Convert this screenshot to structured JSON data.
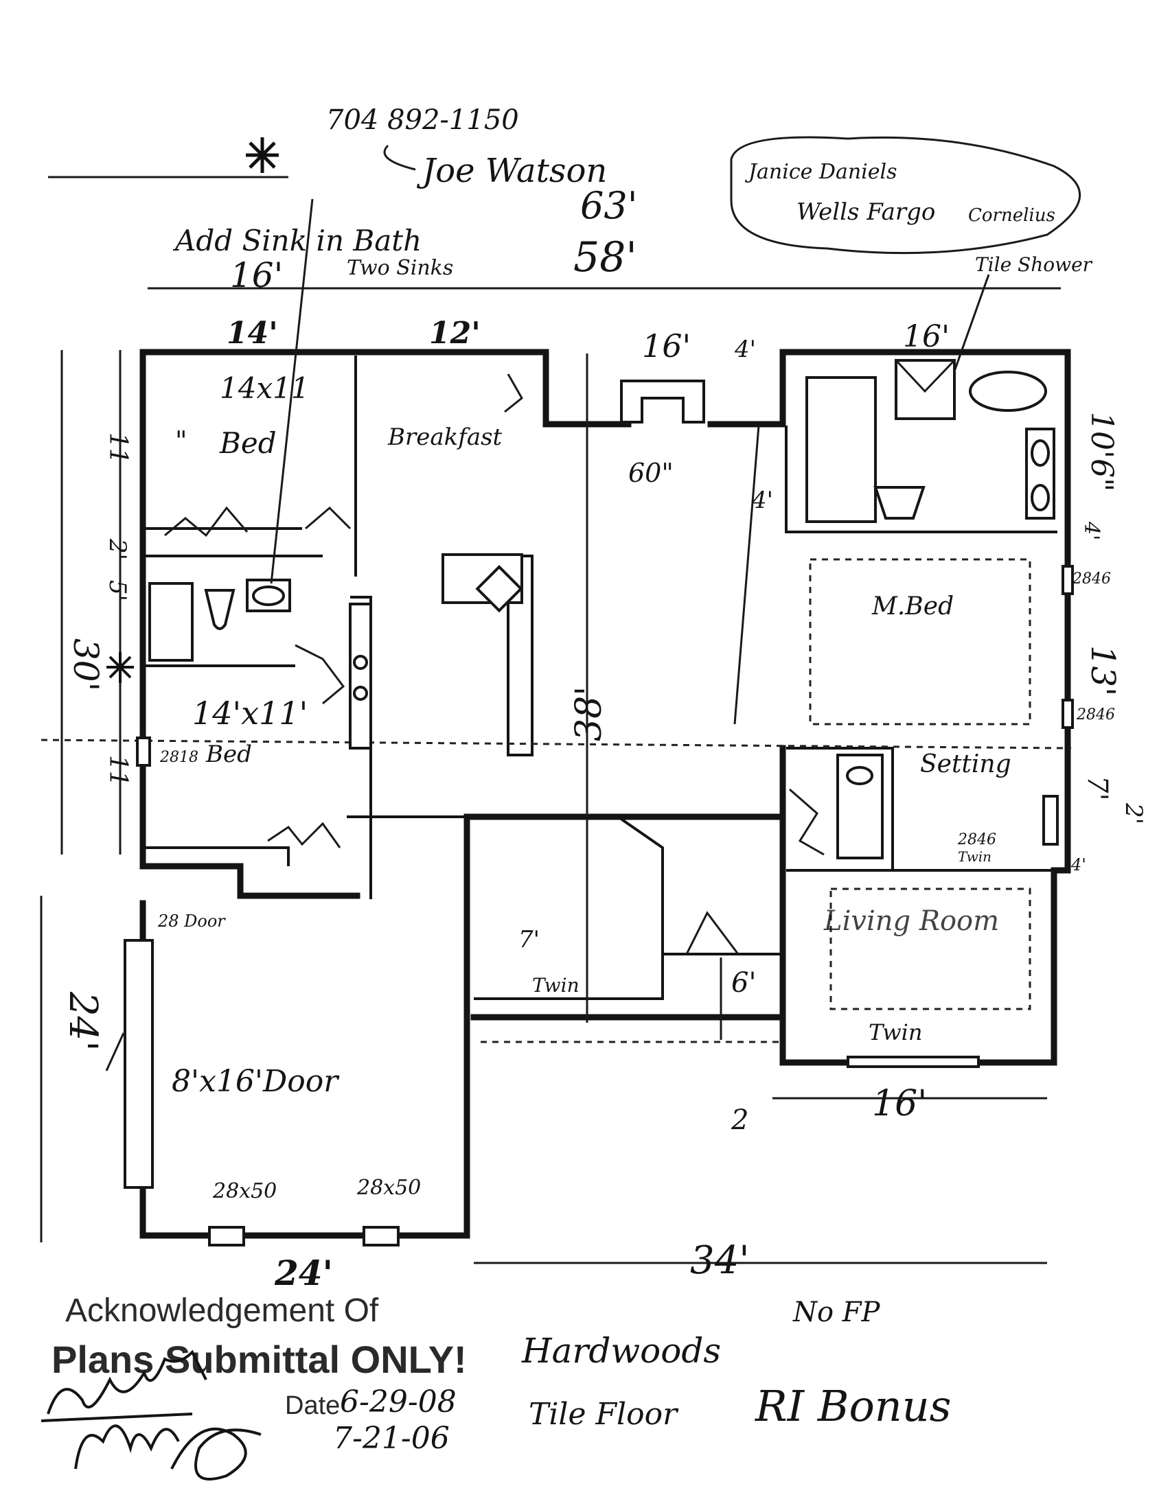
{
  "header": {
    "phone": "704 892-1150",
    "contact": "Joe Watson",
    "note_sink": "Add Sink in Bath",
    "note_two_sinks": "Two Sinks",
    "overall_a": "63'",
    "overall_b": "58'",
    "cloud_line1": "Janice Daniels",
    "cloud_line2": "Wells Fargo",
    "cloud_line3": "Cornelius",
    "tile_shower": "Tile Shower"
  },
  "dimensions": {
    "top_left": "16'",
    "seg_14": "14'",
    "seg_12": "12'",
    "seg_16": "16'",
    "seg_4": "4'",
    "seg_16_right": "16'",
    "left_30": "30'",
    "left_11_top": "11",
    "left_2": "2'",
    "left_5": "5'",
    "left_11_bottom": "11",
    "left_24": "24'",
    "center_38": "38'",
    "right_10_6": "10'6\"",
    "right_4": "4'",
    "right_13": "13'",
    "right_7": "7'",
    "right_2": "2'",
    "right_4b": "4'",
    "mid_4": "4'",
    "mid_6": "6'",
    "bottom_16": "16'",
    "bottom_2": "2",
    "bottom_34": "34'",
    "bottom_24": "24'"
  },
  "rooms": {
    "bed1_size": "14x11",
    "bed1_label": "Bed",
    "breakfast": "Breakfast",
    "fireplace": "60\"",
    "bed2_size": "14'x11'",
    "bed2_label": "Bed",
    "window_2818": "2818",
    "master_bed": "M.Bed",
    "window_2846a": "2846",
    "window_2846b": "2846",
    "sitting": "Setting",
    "window_2846c": "2846",
    "twin_a": "Twin",
    "living": "Living Room",
    "twin_b": "Twin",
    "twin_c": "Twin",
    "door_28": "28 Door",
    "garage_door": "8'x16'Door",
    "window_2850a": "28x50",
    "window_2850b": "28x50"
  },
  "notes": {
    "hardwoods": "Hardwoods",
    "no_fp": "No FP",
    "tile_floor": "Tile Floor",
    "ri_bonus": "RI Bonus"
  },
  "stamp": {
    "line1": "Acknowledgement Of",
    "line2": "Plans Submittal ONLY!",
    "date_label": "Date",
    "date1": "6-29-08",
    "date2": "7-21-06"
  }
}
